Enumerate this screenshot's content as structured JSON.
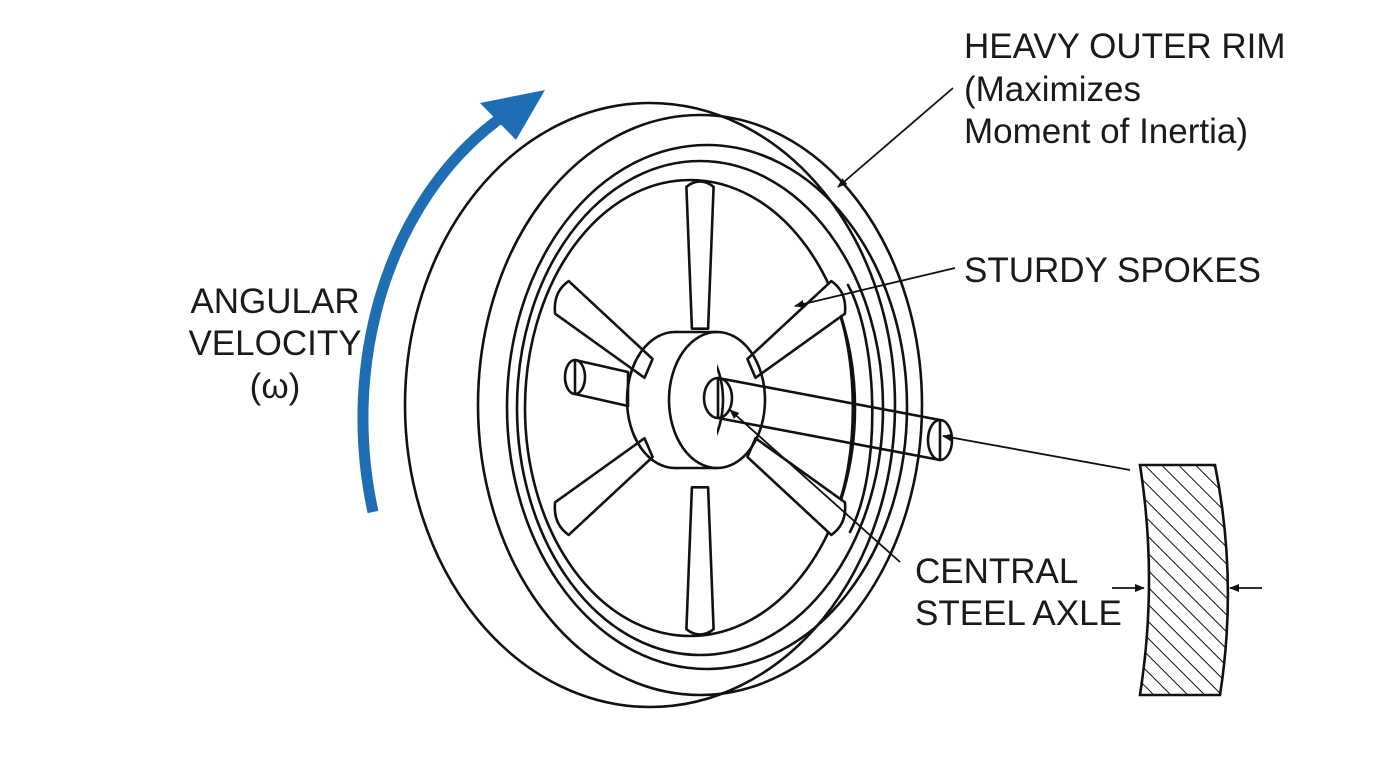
{
  "labels": {
    "rim_line1": "HEAVY OUTER RIM",
    "rim_line2": "(Maximizes",
    "rim_line3": "Moment of Inertia)",
    "spokes": "STURDY SPOKES",
    "axle_line1": "CENTRAL",
    "axle_line2": "STEEL AXLE",
    "angular_line1": "ANGULAR",
    "angular_line2": "VELOCITY",
    "angular_line3": "(ω)"
  },
  "colors": {
    "rotation_arrow": "#1f6db3",
    "line": "#111111",
    "background": "#ffffff"
  },
  "parts": {
    "spoke_count": 6,
    "rotation_direction": "clockwise"
  }
}
